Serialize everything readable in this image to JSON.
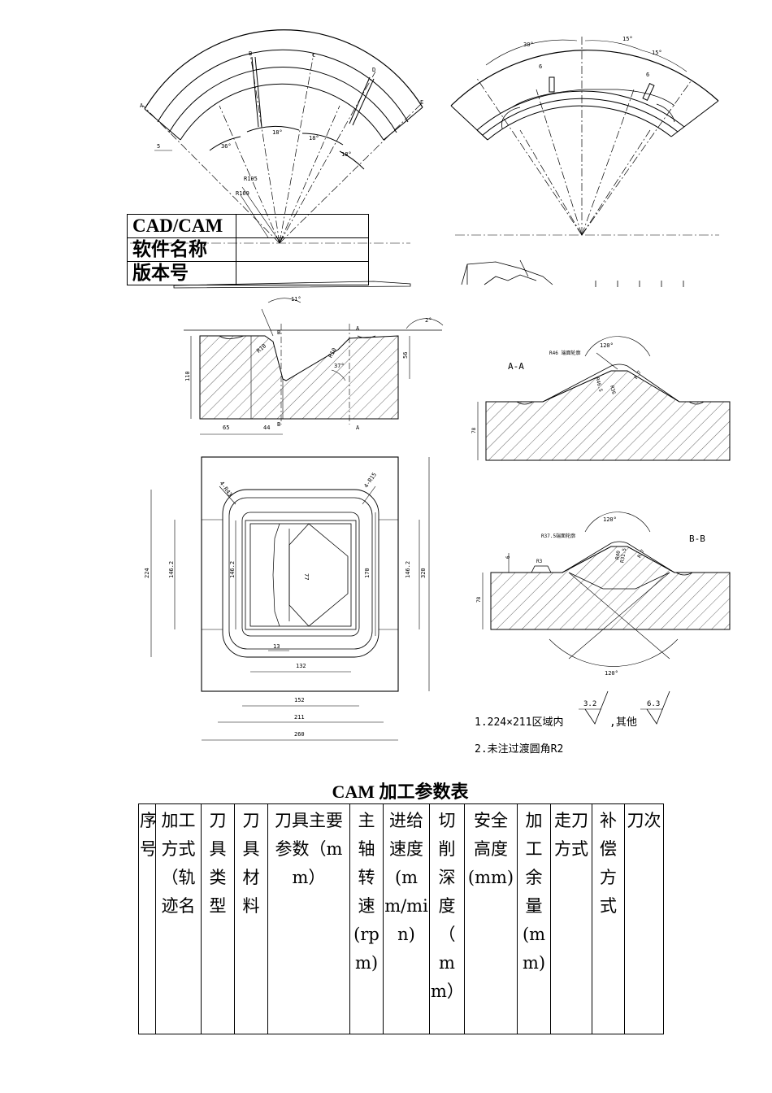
{
  "software_box": {
    "row1": {
      "label": "CAD/CAM",
      "value": ""
    },
    "row2": {
      "label": "软件名称",
      "value": ""
    },
    "row3": {
      "label": "版本号",
      "value": ""
    }
  },
  "drawing": {
    "fan_left": {
      "points": [
        "A",
        "B",
        "C",
        "D",
        "E"
      ],
      "dims": [
        "5",
        "36°",
        "18°",
        "18°",
        "18°",
        "R195",
        "R169"
      ]
    },
    "fan_right": {
      "dims": [
        "30°",
        "15°",
        "15°",
        "6",
        "6"
      ]
    },
    "front_view": {
      "dims": [
        "11°",
        "2°",
        "110",
        "56",
        "R10",
        "R10",
        "37°",
        "65",
        "44"
      ],
      "section_marks": [
        "B",
        "A",
        "B",
        "A"
      ]
    },
    "section_aa": {
      "label": "A-A",
      "dims": [
        "120°",
        "R46 端面轮廓",
        "R46.5",
        "R36",
        "R.7",
        "78"
      ]
    },
    "section_bb": {
      "label": "B-B",
      "dims": [
        "120°",
        "R37.5端面轮廓",
        "6",
        "R3",
        "R31.5",
        "R40",
        "R.7",
        "78",
        "120°"
      ]
    },
    "top_view": {
      "dims": [
        "4-R43",
        "4-R15",
        "224",
        "146.2",
        "146.2",
        "77",
        "170",
        "146.2",
        "320",
        "13",
        "132",
        "152",
        "211",
        "260"
      ]
    },
    "notes": {
      "line1_prefix": "1.224×211区域内",
      "rough1": "3.2",
      "line1_mid": ",其他",
      "rough2": "6.3",
      "line2": "2.未注过渡圆角R2"
    }
  },
  "params_table": {
    "title": "CAM 加工参数表",
    "headers": [
      "序号",
      "加工方式（轨迹名",
      "刀具类型",
      "刀具材料",
      "刀具主要参数（mm）",
      "主轴转速(rpm)",
      "进给速度(mm/min)",
      "切削深度（mm）",
      "安全高度(mm)",
      "加工余量(mm)",
      "走刀方式",
      "补偿方式",
      "刀次"
    ]
  }
}
